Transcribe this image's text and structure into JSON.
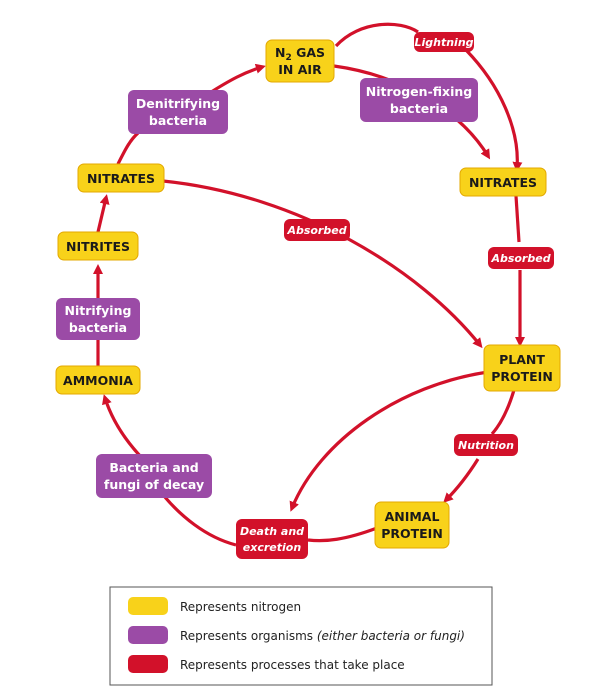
{
  "colors": {
    "nitrogen": "#f8d21a",
    "organism": "#9b4ba6",
    "process": "#d2112a",
    "arrow": "#d2112a"
  },
  "nodes": {
    "n2_gas": {
      "line1": "N",
      "sub": "2",
      "line1_rest": " GAS",
      "line2": "IN AIR"
    },
    "nitrates_right": {
      "label": "NITRATES"
    },
    "plant_protein": {
      "line1": "PLANT",
      "line2": "PROTEIN"
    },
    "animal_protein": {
      "line1": "ANIMAL",
      "line2": "PROTEIN"
    },
    "ammonia": {
      "label": "AMMONIA"
    },
    "nitrites": {
      "label": "NITRITES"
    },
    "nitrates_left": {
      "label": "NITRATES"
    }
  },
  "organisms": {
    "denitrifying": {
      "line1": "Denitrifying",
      "line2": "bacteria"
    },
    "nitrogen_fixing": {
      "line1": "Nitrogen-fixing",
      "line2": "bacteria"
    },
    "nitrifying": {
      "line1": "Nitrifying",
      "line2": "bacteria"
    },
    "decay": {
      "line1": "Bacteria and",
      "line2": "fungi of decay"
    }
  },
  "processes": {
    "lightning": {
      "label": "Lightning"
    },
    "absorbed_right": {
      "label": "Absorbed"
    },
    "absorbed_center": {
      "label": "Absorbed"
    },
    "nutrition": {
      "label": "Nutrition"
    },
    "death": {
      "line1": "Death and",
      "line2": "excretion"
    }
  },
  "legend": {
    "nitrogen_label": "Represents nitrogen",
    "organism_label": "Represents organisms ",
    "organism_label_italic": "(either bacteria or fungi)",
    "process_label": "Represents processes that take place"
  }
}
